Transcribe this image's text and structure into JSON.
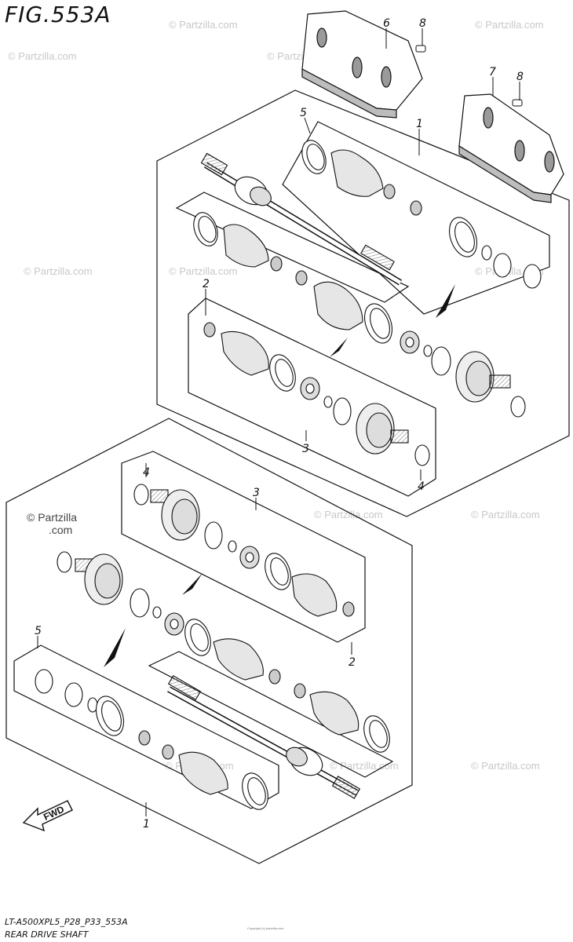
{
  "figure": {
    "title": "FIG.553A",
    "model_code": "LT-A500XPL5_P28_P33_553A",
    "caption": "REAR DRIVE SHAFT",
    "fine_print": "Copyright (c) partzilla.com"
  },
  "watermarks": {
    "text": "© Partzilla.com",
    "strong_line1": "© Partzilla",
    "strong_line2": ".com"
  },
  "callouts": {
    "top_1": "1",
    "top_2": "2",
    "top_3": "3",
    "top_4": "4",
    "top_5": "5",
    "top_6": "6",
    "top_7": "7",
    "top_8a": "8",
    "top_8b": "8",
    "bot_1": "1",
    "bot_2": "2",
    "bot_3": "3",
    "bot_4": "4",
    "bot_5": "5"
  },
  "fwd_label": "FWD",
  "colors": {
    "line": "#111111",
    "shade": "#9a9a9a",
    "background": "#ffffff"
  }
}
